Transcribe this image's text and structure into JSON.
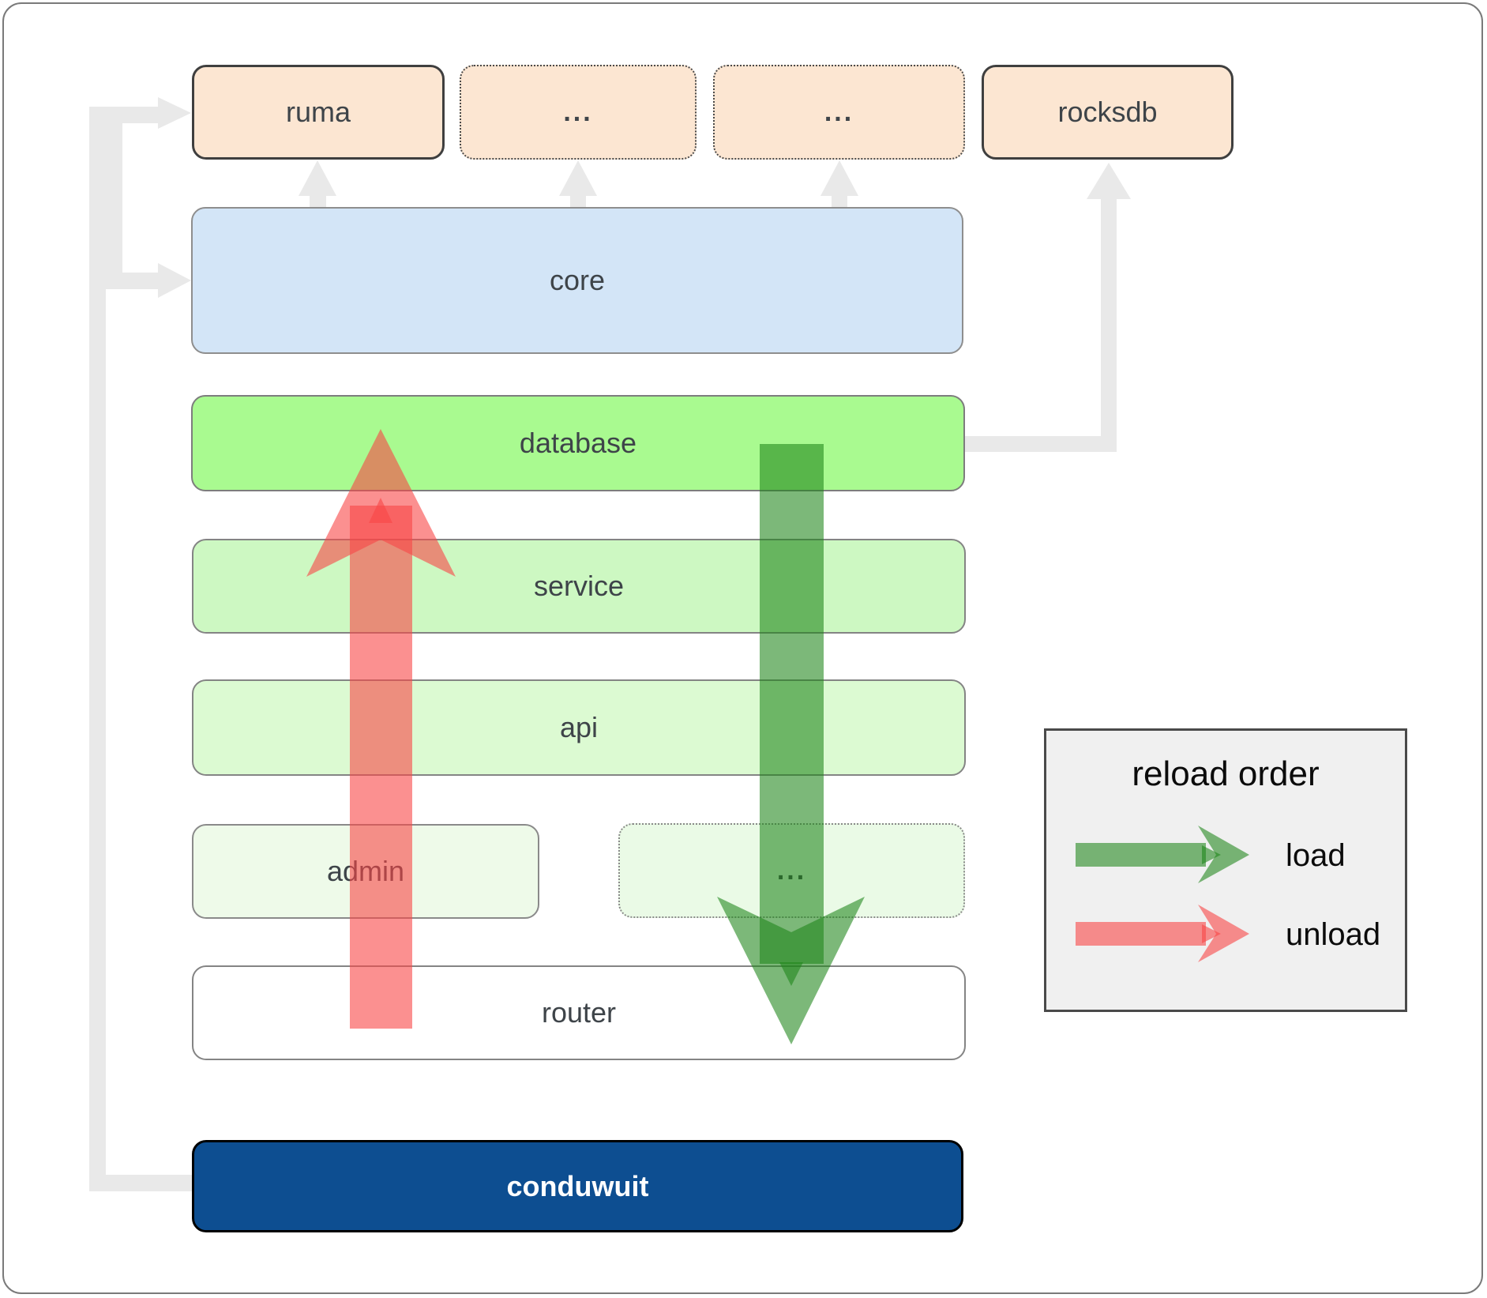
{
  "nodes": {
    "ruma": "ruma",
    "top_ellipsis_1": "...",
    "top_ellipsis_2": "...",
    "rocksdb": "rocksdb",
    "core": "core",
    "database": "database",
    "service": "service",
    "api": "api",
    "admin": "admin",
    "admin_ellipsis": "...",
    "router": "router",
    "conduwuit": "conduwuit"
  },
  "legend": {
    "title": "reload order",
    "load_label": "load",
    "unload_label": "unload"
  },
  "colors": {
    "load_arrow_green": "#1e8418",
    "unload_arrow_red": "#f84646",
    "connector_gray": "#e9e9e9",
    "peach_box": "#fce6d2",
    "core_blue": "#d3e5f7",
    "database_green": "#a9fa90",
    "service_green": "#cdf8c2",
    "api_green": "#dcfad2",
    "admin_green": "#eefae9",
    "router_white": "#ffffff",
    "conduwuit_blue": "#0d4e91"
  }
}
